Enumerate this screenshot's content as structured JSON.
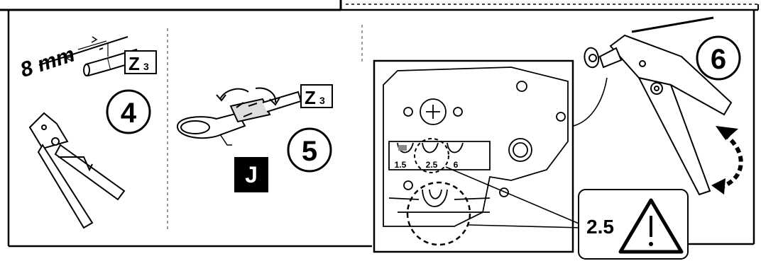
{
  "step4": {
    "number": "4",
    "strip_length": "8 mm",
    "tool_label": "Z",
    "tool_sub": "3"
  },
  "step5": {
    "number": "5",
    "tool_label": "Z",
    "tool_sub": "3",
    "part_label": "J"
  },
  "step6": {
    "number": "6",
    "die_sizes": [
      "1.5",
      "2.5",
      "6"
    ],
    "callout_value": "2.5"
  },
  "warning_icon": "warning-triangle-icon"
}
